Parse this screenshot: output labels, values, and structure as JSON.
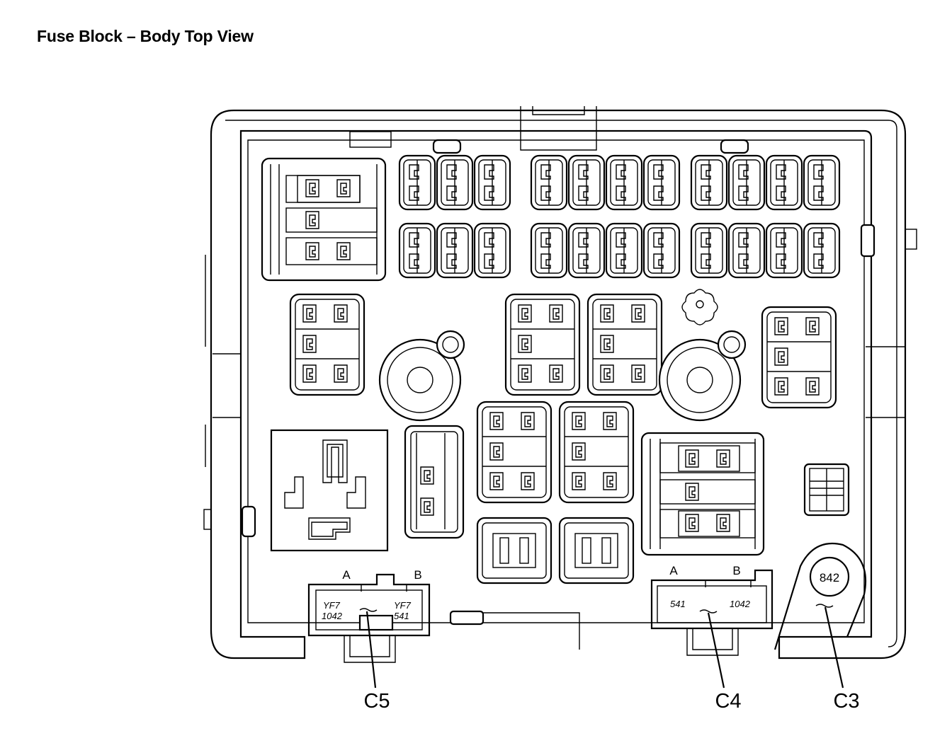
{
  "title": "Fuse Block – Body Top View",
  "connectors": {
    "c5": {
      "name": "C5",
      "pin_a": "A",
      "pin_b": "B",
      "left_top": "YF7",
      "left_bottom": "1042",
      "right_top": "YF7",
      "right_bottom": "541"
    },
    "c4": {
      "name": "C4",
      "pin_a": "A",
      "pin_b": "B",
      "left": "541",
      "right": "1042"
    },
    "c3": {
      "name": "C3",
      "stud": "842"
    }
  },
  "icons": [
    "fuse-icon",
    "relay-icon",
    "mounting-stud-icon"
  ]
}
